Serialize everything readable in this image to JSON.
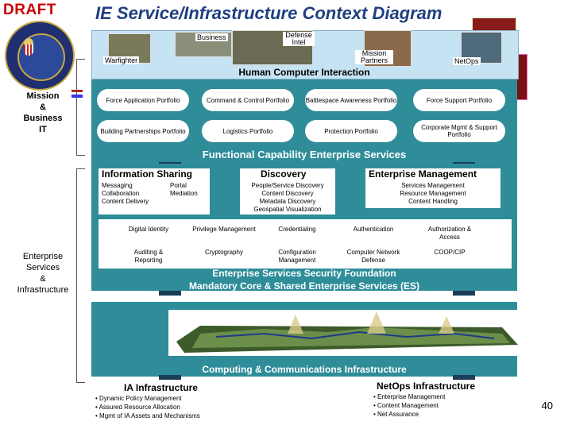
{
  "header": {
    "draft": "DRAFT",
    "title": "IE Service/Infrastructure Context Diagram",
    "page_number": "40"
  },
  "side_labels": {
    "mission": [
      "Mission",
      "&",
      "Business",
      "IT"
    ],
    "enterprise": [
      "Enterprise",
      "Services",
      "&",
      "Infrastructure"
    ]
  },
  "hci": {
    "title": "Human Computer Interaction",
    "photos": [
      {
        "label": "Business"
      },
      {
        "label": "Defense Intel"
      },
      {
        "label": "Warfighter"
      },
      {
        "label": "Mission Partners"
      },
      {
        "label": "NetOps"
      }
    ]
  },
  "portfolios": [
    "Force Application Portfolio",
    "Command & Control Portfolio",
    "Battlespace Awareness Portfolio",
    "Force Support Portfolio",
    "Building Partnerships Portfolio",
    "Logistics Portfolio",
    "Protection Portfolio",
    "Corporate Mgmt & Support Portfolio"
  ],
  "fce_title": "Functional Capability Enterprise Services",
  "info_sharing": {
    "title": "Information Sharing",
    "col1": [
      "Messaging",
      "Collaboration",
      "Content Delivery"
    ],
    "col2": [
      "Portal",
      "Mediation"
    ]
  },
  "discovery": {
    "title": "Discovery",
    "items": [
      "People/Service Discovery",
      "Content Discovery",
      "Metadata Discovery",
      "Geospatial Visualization"
    ]
  },
  "enterprise_mgmt": {
    "title": "Enterprise Management",
    "items": [
      "Services Management",
      "Resource Management",
      "Content Handling"
    ]
  },
  "security_items": {
    "row1": [
      "Digital Identity",
      "Privilege Management",
      "Credentialing",
      "Authentication",
      "Authorization & Access"
    ],
    "row2": [
      "Auditing & Reporting",
      "Cryptography",
      "Configuration Management",
      "Computer Network Defense",
      "COOP/CIP"
    ]
  },
  "ess": {
    "title": "Enterprise Services Security Foundation",
    "subtitle": "Mandatory Core & Shared Enterprise Services (ES)"
  },
  "cci_title": "Computing & Communications Infrastructure",
  "ia_infra": {
    "title": "IA Infrastructure",
    "bullets": [
      "• Dynamic Policy Management",
      "• Assured Resource Allocation",
      "• Mgmt of IA Assets and Mechanisms"
    ]
  },
  "netops_infra": {
    "title": "NetOps Infrastructure",
    "bullets": [
      "• Enterprise Management",
      "• Content Management",
      "• Net Assurance"
    ]
  },
  "colors": {
    "title_blue": "#1f3f7f",
    "draft_red": "#cc0000",
    "teal": "#2e8d99",
    "light_blue": "#c6e3f4",
    "dark_bar": "#1a3e56"
  }
}
